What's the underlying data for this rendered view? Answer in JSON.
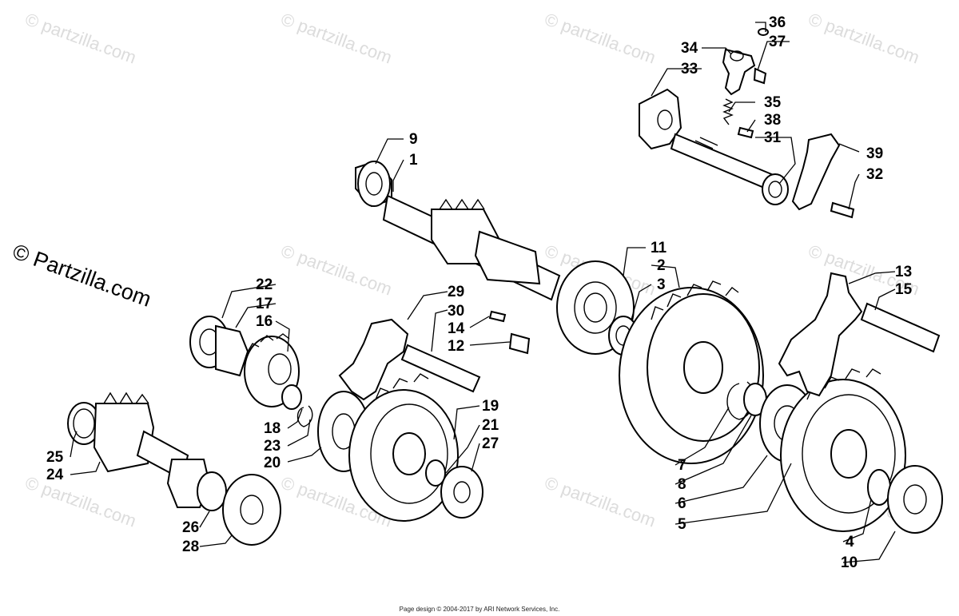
{
  "watermark": {
    "brand": "© Partzilla.com",
    "repeat": "© partzilla.com"
  },
  "footer": "Page design © 2004-2017 by ARI Network Services, Inc.",
  "callouts": {
    "n1": "1",
    "n2": "2",
    "n3": "3",
    "n4": "4",
    "n5": "5",
    "n6": "6",
    "n7": "7",
    "n8": "8",
    "n9": "9",
    "n10": "10",
    "n11": "11",
    "n12": "12",
    "n13": "13",
    "n14": "14",
    "n15": "15",
    "n16": "16",
    "n17": "17",
    "n18": "18",
    "n19": "19",
    "n20": "20",
    "n21": "21",
    "n22": "22",
    "n23": "23",
    "n24": "24",
    "n25": "25",
    "n26": "26",
    "n27": "27",
    "n28": "28",
    "n29": "29",
    "n30": "30",
    "n31": "31",
    "n32": "32",
    "n33": "33",
    "n34": "34",
    "n35": "35",
    "n36": "36",
    "n37": "37",
    "n38": "38",
    "n39": "39"
  }
}
